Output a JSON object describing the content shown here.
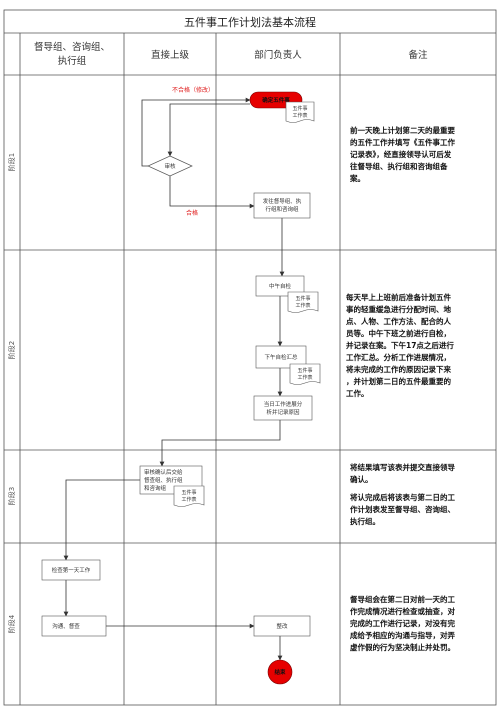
{
  "title": "五件事工作计划法基本流程",
  "columns": {
    "c1": [
      "督导组、咨询组、",
      "执行组"
    ],
    "c2": "直接上级",
    "c3": "部门负责人",
    "c4": "备注"
  },
  "phases": [
    "阶段1",
    "阶段2",
    "阶段3",
    "阶段4"
  ],
  "nodes": {
    "start": "确定五件事",
    "doc_1": [
      "五件事",
      "工作表"
    ],
    "review": "审核",
    "fail_label": "不合格（修改）",
    "pass_label": "合格",
    "send_1": [
      "发往督导组、执",
      "行组和咨询组"
    ],
    "noon_check": "中午自检",
    "doc_2": [
      "五件事",
      "工作表"
    ],
    "afternoon_summary": "下午自检汇总",
    "doc_3": [
      "五件事",
      "工作表"
    ],
    "analysis": [
      "当日工作进展分",
      "析并记录原因"
    ],
    "send_2": [
      "审核确认后交给",
      "督查组、执行组",
      "和咨询组"
    ],
    "doc_4": [
      "五件事",
      "工作表"
    ],
    "check_prev": "检查第一天工作",
    "communicate": "沟通、督查",
    "rectify": "整改",
    "end": "结束"
  },
  "notes": {
    "phase1": [
      "前一天晚上计划第二天的最重要",
      "的五件工作并填写《五件事工作",
      "记录表》，经直接领导认可后发",
      "往督导组、执行组和咨询组备",
      "案。"
    ],
    "phase2": [
      "每天早上上班前后准备计划五件",
      "事的轻重缓急进行分配时间、地",
      "点、人物、工作方法、配合的人",
      "员等。中午下班之前进行自检，",
      "并记录在案。下午17点之后进行",
      "工作汇总。分析工作进展情况，",
      "将未完成的工作的原因记录下来",
      "，并计划第二日的五件最重要的",
      "工作。"
    ],
    "phase3a": [
      "将结果填写该表并提交直接领导",
      "确认。"
    ],
    "phase3b": [
      "将认完成后将该表与第二日的工",
      "作计划表发至督导组、咨询组、",
      "执行组。"
    ],
    "phase4": [
      "督导组会在第二日对前一天的工",
      "作完成情况进行检查或抽查，对",
      "完成的工作进行记录，对没有完",
      "成给予相应的沟通与指导，对弄",
      "虚作假的行为坚决制止并处罚。"
    ]
  },
  "colors": {
    "terminal": "#e60000",
    "label_red": "#e02020",
    "line": "#333333",
    "grid": "#555555"
  }
}
